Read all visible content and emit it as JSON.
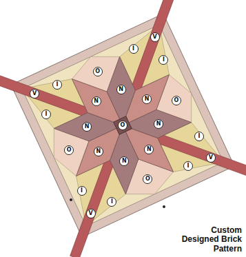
{
  "diagram": {
    "nodes": [
      {
        "text": [
          "O"
        ]
      },
      {
        "text": [
          "N"
        ]
      },
      {
        "text": [
          "N"
        ]
      },
      {
        "text": [
          "N"
        ]
      },
      {
        "text": [
          "N"
        ]
      },
      {
        "text": [
          "N"
        ]
      },
      {
        "text": [
          "N"
        ]
      },
      {
        "text": [
          "N"
        ]
      },
      {
        "text": [
          "N"
        ]
      },
      {
        "text": [
          "O"
        ]
      },
      {
        "text": [
          "O"
        ]
      },
      {
        "text": [
          "O"
        ]
      },
      {
        "text": [
          "O"
        ]
      },
      {
        "text": [
          "I"
        ]
      },
      {
        "text": [
          "I"
        ]
      },
      {
        "text": [
          "I"
        ]
      },
      {
        "text": [
          "I"
        ]
      },
      {
        "text": [
          "I"
        ]
      },
      {
        "text": [
          "I"
        ]
      },
      {
        "text": [
          "I"
        ]
      },
      {
        "text": [
          "I"
        ]
      },
      {
        "text": [
          "V"
        ]
      },
      {
        "text": [
          "V"
        ]
      },
      {
        "text": [
          "V"
        ]
      },
      {
        "text": [
          "V"
        ]
      }
    ],
    "labels": [
      "Custom Designed Brick Pattern"
    ]
  }
}
